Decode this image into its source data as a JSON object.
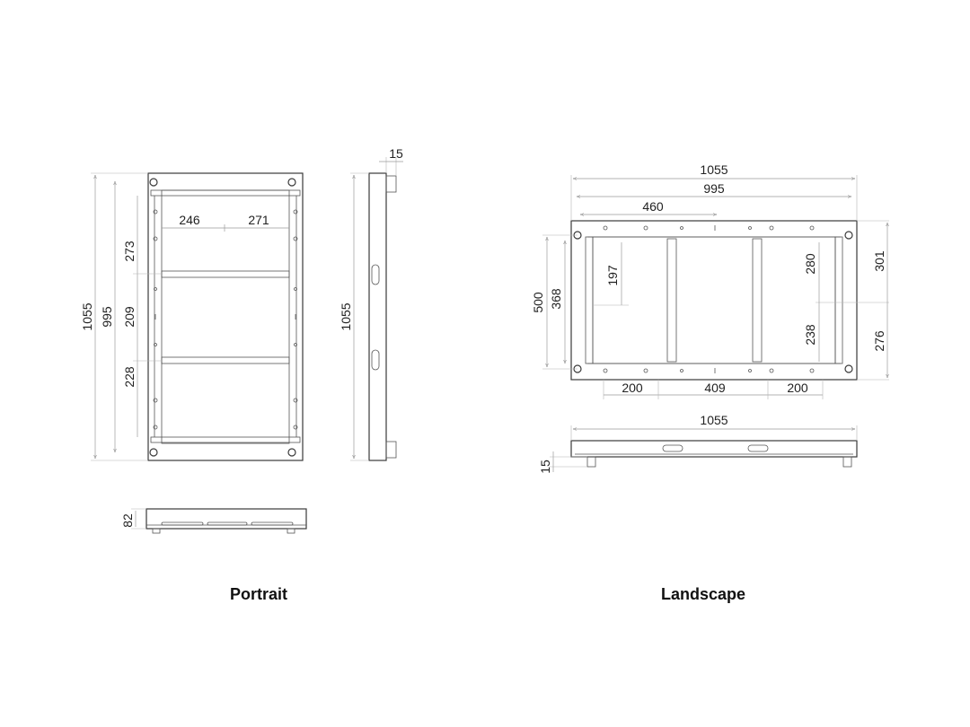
{
  "captions": {
    "portrait": "Portrait",
    "landscape": "Landscape"
  },
  "portrait": {
    "dims": {
      "overall_height": "1055",
      "inner_height": "995",
      "seg_top": "273",
      "seg_mid": "209",
      "seg_bottom": "228",
      "top_left": "246",
      "top_right": "271",
      "side_height": "1055",
      "side_depth": "15",
      "bottom_depth": "82"
    }
  },
  "landscape": {
    "dims": {
      "overall_width": "1055",
      "inner_width": "995",
      "top_offset": "460",
      "left_outer": "500",
      "left_inner": "368",
      "left_seg": "197",
      "right_top_inner": "280",
      "right_bottom_inner": "238",
      "right_top_outer": "301",
      "right_bottom_outer": "276",
      "bottom_left": "200",
      "bottom_mid": "409",
      "bottom_right": "200",
      "side_width": "1055",
      "side_depth": "15"
    }
  }
}
